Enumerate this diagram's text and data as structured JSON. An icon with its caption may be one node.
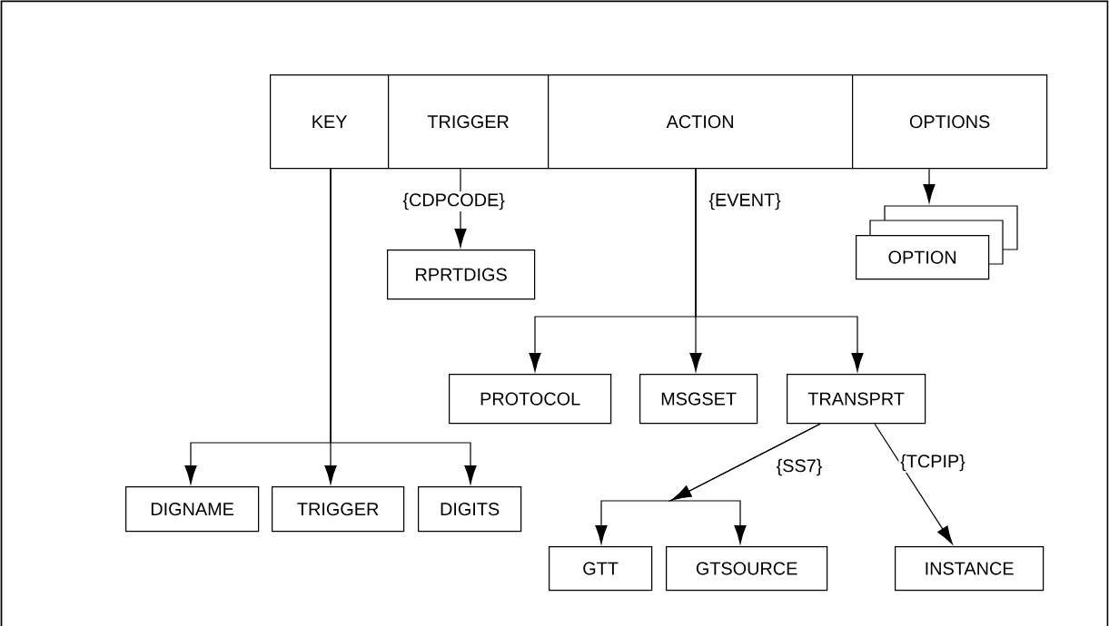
{
  "diagram": {
    "nodes": [
      {
        "text": [
          "KEY"
        ]
      },
      {
        "text": [
          "TRIGGER"
        ]
      },
      {
        "text": [
          "ACTION"
        ]
      },
      {
        "text": [
          "OPTIONS"
        ]
      },
      {
        "text": [
          "RPRTDIGS"
        ]
      },
      {
        "text": [
          "OPTION"
        ]
      },
      {
        "text": [
          "PROTOCOL"
        ]
      },
      {
        "text": [
          "MSGSET"
        ]
      },
      {
        "text": [
          "TRANSPRT"
        ]
      },
      {
        "text": [
          "DIGNAME"
        ]
      },
      {
        "text": [
          "TRIGGER"
        ]
      },
      {
        "text": [
          "DIGITS"
        ]
      },
      {
        "text": [
          "GTT"
        ]
      },
      {
        "text": [
          "GTSOURCE"
        ]
      },
      {
        "text": [
          "INSTANCE"
        ]
      }
    ],
    "edges": [
      {
        "from": 1,
        "to": 4,
        "arrow": "to",
        "label": "{CDPCODE}"
      },
      {
        "from": 3,
        "to": 5,
        "arrow": "to"
      },
      {
        "from": 2,
        "to": 6,
        "arrow": "to"
      },
      {
        "from": 2,
        "to": 7,
        "arrow": "to",
        "label": "{EVENT}"
      },
      {
        "from": 2,
        "to": 8,
        "arrow": "to"
      },
      {
        "from": 0,
        "to": 9,
        "arrow": "to"
      },
      {
        "from": 0,
        "to": 10,
        "arrow": "to"
      },
      {
        "from": 0,
        "to": 11,
        "arrow": "to"
      },
      {
        "from": 8,
        "to": 12,
        "arrow": "to",
        "label": "{SS7}"
      },
      {
        "from": 8,
        "to": 13,
        "arrow": "to"
      },
      {
        "from": 8,
        "to": 14,
        "arrow": "to",
        "label": "{TCPIP}"
      }
    ]
  }
}
